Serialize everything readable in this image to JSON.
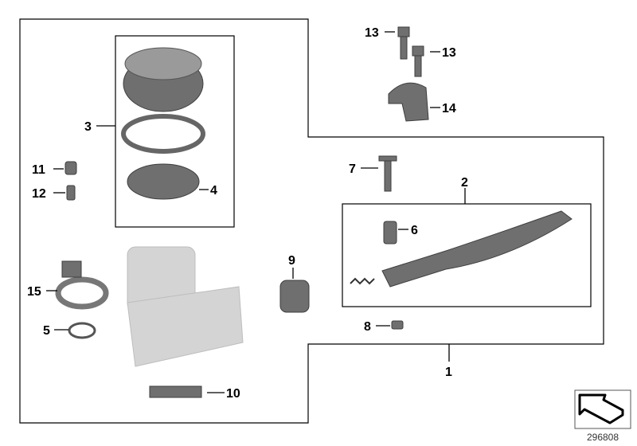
{
  "diagram_id": "296808",
  "labels": {
    "l1": "1",
    "l2": "2",
    "l3": "3",
    "l4": "4",
    "l5": "5",
    "l6": "6",
    "l7": "7",
    "l8": "8",
    "l9": "9",
    "l10": "10",
    "l11": "11",
    "l12": "12",
    "l13a": "13",
    "l13b": "13",
    "l14": "14",
    "l15": "15"
  },
  "icons": {
    "nav": "arrow-icon"
  }
}
